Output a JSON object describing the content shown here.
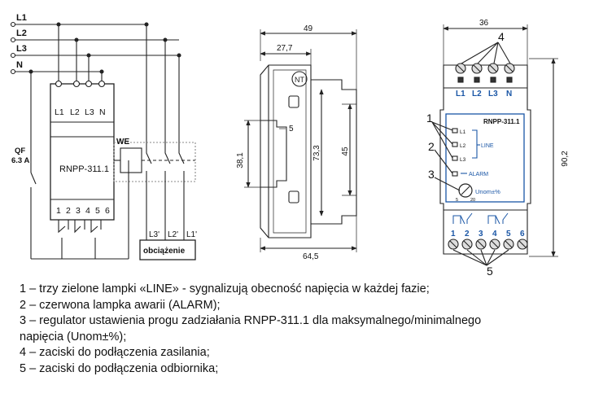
{
  "wiring": {
    "lines": [
      "L1",
      "L2",
      "L3",
      "N"
    ],
    "device_label": "RNPP-311.1",
    "top_terminals": [
      "L1",
      "L2",
      "L3",
      "N"
    ],
    "bottom_terminals": [
      "1",
      "2",
      "3",
      "4",
      "5",
      "6"
    ],
    "qf_label": "QF",
    "qf_rating": "6.3 A",
    "we_label": "WE",
    "load_phases": [
      "L3'",
      "L2'",
      "L1'"
    ],
    "load_label": "obciążenie"
  },
  "side_view": {
    "dim_49": "49",
    "dim_27_7": "27,7",
    "dim_5": "5",
    "dim_38_1": "38,1",
    "dim_73_3": "73,3",
    "dim_45": "45",
    "dim_64_5": "64,5"
  },
  "front_view": {
    "dim_36": "36",
    "dim_90_2": "90,2",
    "top_labels": [
      "L1",
      "L2",
      "L3",
      "N"
    ],
    "bottom_labels": [
      "1",
      "2",
      "3",
      "4",
      "5",
      "6"
    ],
    "panel_title": "RNPP-311.1",
    "led_labels": [
      "L1",
      "L2",
      "L3"
    ],
    "line_label": "LINE",
    "alarm_label": "ALARM",
    "knob_label": "Unom±%",
    "knob_min": "5",
    "knob_max": "20",
    "callouts": [
      "1",
      "2",
      "3",
      "4",
      "5"
    ]
  },
  "legend": [
    "1 – trzy zielone lampki «LINE» - sygnalizują obecność napięcia w każdej fazie;",
    "2 – czerwona lampka awarii (ALARM);",
    "3 – regulator ustawienia progu zadziałania RNPP-311.1 dla maksymalnego/minimalnego",
    "napięcia (Unom±%);",
    "4 – zaciski do podłączenia zasilania;",
    "5 – zaciski do podłączenia odbiornika;"
  ],
  "colors": {
    "line": "#1a1a1a",
    "panel_blue": "#1a56a6"
  }
}
